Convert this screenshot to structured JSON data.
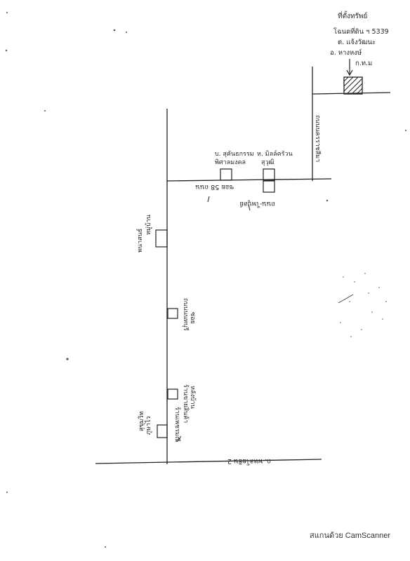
{
  "map": {
    "target_label_line1": "ที่ตั้งทรัพย์",
    "target_label_line2": "โฉนดที่ดิน ฯ 5339",
    "target_label_line3": "ต. แจ้งวัฒนะ",
    "target_label_line4": "อ. หางหงษ์",
    "target_label_line5": "ก.ท.ม",
    "road_bottom_label": "ถ. พหลโยธิน 2",
    "soi_label": "ซอย 58 ถนน",
    "road_upper_label": "ถนน-ไพบูลย์",
    "right_road_label": "ถนนนครราชสีมา",
    "bldg_a_label_line1": "บ. สุคันธกรรม",
    "bldg_a_label_line2": "พิศาลมงคล",
    "bldg_b_label_line1": "ห. มิลล์ครัวน",
    "bldg_b_label_line2": "สุวุฒิ",
    "left_top_label_line1": "หมู่บ้าน",
    "left_top_label_line2": "พนาสนธ์",
    "left_mid_label_line1": "ถนนนนทบุรี",
    "left_mid_label_line2": "ซอย",
    "left_low_label_line1": "ร้านขายสินค้า",
    "left_low_label_line2": "หลังบ้าน",
    "left_bottom_label_line1": "ร้านเพชรมณี",
    "left_bottom_label_line2": "ภูษาไว",
    "left_bottom_label_line3": "สุขุมวิท"
  },
  "footer": {
    "watermark": "สแกนด้วย CamScanner"
  }
}
